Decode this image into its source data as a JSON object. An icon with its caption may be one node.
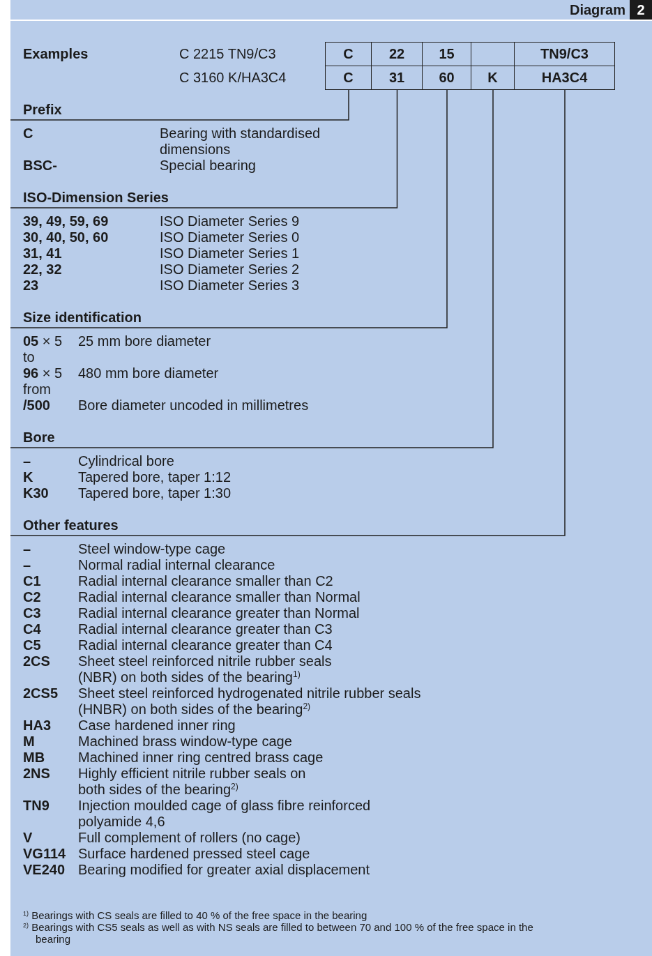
{
  "diagram": {
    "nodes": [
      {
        "text": [
          "C"
        ]
      },
      {
        "text": [
          "31"
        ]
      },
      {
        "text": [
          "60"
        ]
      },
      {
        "text": [
          "K"
        ]
      },
      {
        "text": [
          "HA3C4"
        ]
      },
      {
        "text": [
          "Prefix"
        ]
      },
      {
        "text": [
          "ISO-Dimension Series"
        ]
      },
      {
        "text": [
          "Size identification"
        ]
      },
      {
        "text": [
          "Bore"
        ]
      },
      {
        "text": [
          "Other features"
        ]
      }
    ],
    "edges": [
      {
        "from": 0,
        "to": 5,
        "arrow": "none"
      },
      {
        "from": 1,
        "to": 6,
        "arrow": "none"
      },
      {
        "from": 2,
        "to": 7,
        "arrow": "none"
      },
      {
        "from": 3,
        "to": 8,
        "arrow": "none"
      },
      {
        "from": 4,
        "to": 9,
        "arrow": "none"
      }
    ],
    "labels": [
      "Diagram",
      "2",
      "Examples",
      "C 2215 TN9/C3",
      "C 3160 K/HA3C4",
      "C",
      "22",
      "15",
      "TN9/C3",
      "C",
      "Bearing with standardised dimensions",
      "BSC-",
      "Special bearing",
      "39, 49, 59, 69",
      "ISO Diameter Series 9",
      "30, 40, 50, 60",
      "ISO Diameter Series 0",
      "31, 41",
      "ISO Diameter Series 1",
      "22, 32",
      "ISO Diameter Series 2",
      "23",
      "ISO Diameter Series 3",
      "**05** × 5",
      "25 mm bore diameter",
      "to",
      "**96** × 5",
      "480 mm bore diameter",
      "from",
      "**/500**",
      "Bore diameter uncoded in millimetres",
      "–",
      "Cylindrical bore",
      "K",
      "Tapered bore, taper 1:12",
      "K30",
      "Tapered bore, taper 1:30",
      "–",
      "Steel window-type cage",
      "–",
      "Normal radial internal clearance",
      "C1",
      "Radial internal clearance smaller than C2",
      "C2",
      "Radial internal clearance smaller than Normal",
      "C3",
      "Radial internal clearance greater than Normal",
      "C4",
      "Radial internal clearance greater than C3",
      "C5",
      "Radial internal clearance greater than C4",
      "2CS",
      "Sheet steel reinforced nitrile rubber seals (NBR) on both sides of the bearing$^{1)}$",
      "2CS5",
      "Sheet steel reinforced hydrogenated nitrile rubber seals (HNBR) on both sides of the bearing$^{2)}$",
      "HA3",
      "Case hardened inner ring",
      "M",
      "Machined brass window-type cage",
      "MB",
      "Machined inner ring centred brass cage",
      "2NS",
      "Highly efficient nitrile rubber seals on both sides of the bearing$^{2)}$",
      "TN9",
      "Injection moulded cage of glass fibre reinforced polyamide 4,6",
      "V",
      "Full complement of rollers (no cage)",
      "VG114",
      "Surface hardened pressed steel cage",
      "VE240",
      "Bearing modified for greater axial displacement",
      "$^{1)}$ Bearings with CS seals are filled to 40 % of the free space in the bearing",
      "$^{2)}$ Bearings with CS5 seals as well as with NS seals are filled to between 70 and 100 % of the free space in the bearing"
    ]
  }
}
